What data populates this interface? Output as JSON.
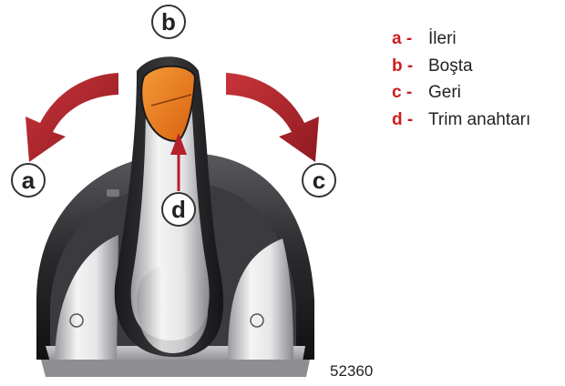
{
  "callouts": [
    {
      "letter": "a"
    },
    {
      "letter": "b"
    },
    {
      "letter": "c"
    },
    {
      "letter": "d"
    }
  ],
  "legend": [
    {
      "key": "a -",
      "label": "İleri"
    },
    {
      "key": "b -",
      "label": "Boşta"
    },
    {
      "key": "c -",
      "label": "Geri"
    },
    {
      "key": "d -",
      "label": "Trim anahtarı"
    }
  ],
  "figure_number": "52360",
  "colors": {
    "arrow": "#b3212a",
    "trim_switch": "#f07a1e",
    "accent_text": "#cc1f1f"
  }
}
